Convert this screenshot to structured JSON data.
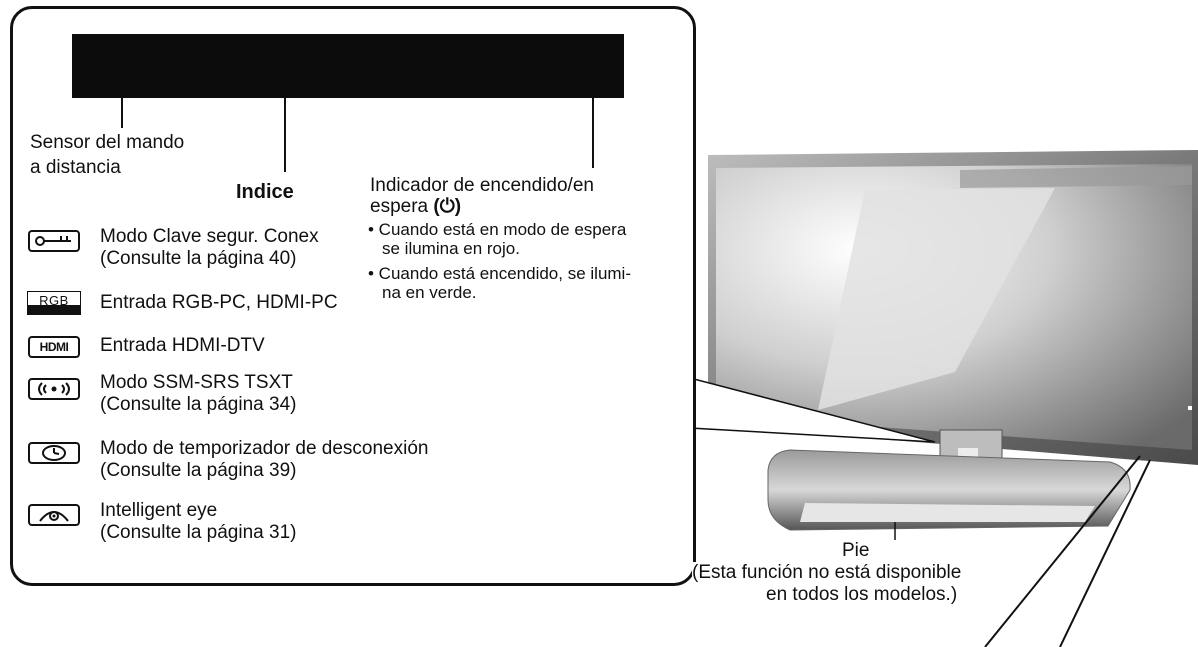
{
  "callout": {
    "labels": {
      "remote_sensor_line1": "Sensor del mando",
      "remote_sensor_line2": "a distancia",
      "index_title": "Indice",
      "power_indicator_line1": "Indicador de encendido/en",
      "power_indicator_line2": "espera",
      "power_symbol": "(⏻)",
      "bullet1_line1": "• Cuando está en modo de espera",
      "bullet1_line2": "se ilumina en rojo.",
      "bullet2_line1": "• Cuando está encendido, se ilumi-",
      "bullet2_line2": "na en verde."
    },
    "index_items": [
      {
        "icon": "key-icon",
        "line1": "Modo Clave segur. Conex",
        "line2": "(Consulte la página 40)"
      },
      {
        "icon": "rgb-icon",
        "icon_text": "RGB",
        "line1": "Entrada RGB-PC, HDMI-PC",
        "line2": ""
      },
      {
        "icon": "hdmi-icon",
        "icon_text": "HDMI",
        "line1": "Entrada HDMI-DTV",
        "line2": ""
      },
      {
        "icon": "surround-sound-icon",
        "line1": "Modo SSM-SRS TSXT",
        "line2": "(Consulte la página 34)"
      },
      {
        "icon": "clock-icon",
        "line1": "Modo de temporizador de desconexión",
        "line2": "(Consulte la página 39)"
      },
      {
        "icon": "eye-icon",
        "line1": "Intelligent eye",
        "line2": "(Consulte la página 31)"
      }
    ]
  },
  "stand": {
    "label": "Pie",
    "note_line1": "(Esta función no está disponible",
    "note_line2": "en todos los modelos.)"
  }
}
